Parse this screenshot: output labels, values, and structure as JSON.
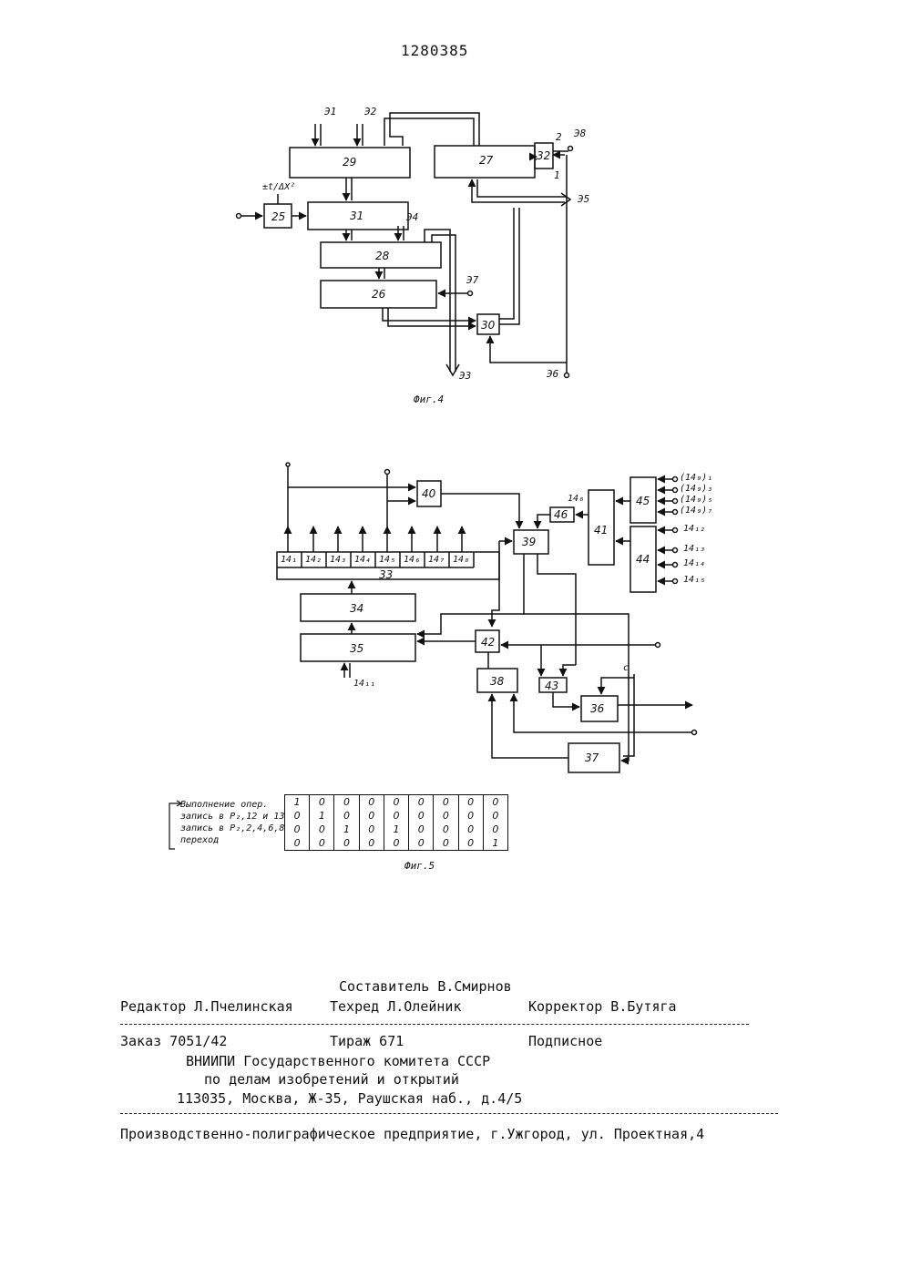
{
  "patent_number": "1280385",
  "fig4": {
    "caption": "Фиг.4",
    "blocks": [
      "29",
      "27",
      "32",
      "25",
      "31",
      "28",
      "26",
      "30"
    ],
    "signals": {
      "i1": "Э1",
      "i2": "Э2",
      "i3": "Э3",
      "i4": "Э4",
      "i5": "Э5",
      "i6": "Э6",
      "i7": "Э7",
      "i8": "Э8",
      "dt": "±t/ΔX²",
      "p2": "2",
      "p1": "1"
    }
  },
  "fig5": {
    "caption": "Фиг.5",
    "register_cells": [
      "14₁",
      "14₂",
      "14₃",
      "14₄",
      "14₅",
      "14₆",
      "14₇",
      "14₈"
    ],
    "blocks": [
      "33",
      "34",
      "35",
      "36",
      "37",
      "38",
      "39",
      "40",
      "41",
      "42",
      "43",
      "44",
      "45",
      "46"
    ],
    "labels": {
      "in14_11": "14₁₁",
      "in14_8": "14₈",
      "in45": [
        "(14₉)₁",
        "(14₉)₃",
        "(14₉)₅",
        "(14₉)₇"
      ],
      "in44": [
        "14₁₂",
        "14₁₃",
        "14₁₄",
        "14₁₅"
      ],
      "c": "c"
    }
  },
  "table": {
    "row_labels": [
      "Выполнение опер.",
      "запись в Р₂,12 и 13",
      "запись в Р₂,2,4,6,8",
      "переход"
    ],
    "columns": [
      [
        "1",
        "0",
        "0",
        "0"
      ],
      [
        "0",
        "1",
        "0",
        "0"
      ],
      [
        "0",
        "0",
        "1",
        "0"
      ],
      [
        "0",
        "0",
        "0",
        "0"
      ],
      [
        "0",
        "0",
        "1",
        "0"
      ],
      [
        "0",
        "0",
        "0",
        "0"
      ],
      [
        "0",
        "0",
        "0",
        "0"
      ],
      [
        "0",
        "0",
        "0",
        "0"
      ],
      [
        "0",
        "0",
        "0",
        "1"
      ]
    ]
  },
  "imprint": {
    "compiler": "Составитель В.Смирнов",
    "editor": "Редактор Л.Пчелинская",
    "techred": "Техред Л.Олейник",
    "corrector": "Корректор В.Бутяга",
    "order": "Заказ 7051/42",
    "circulation": "Тираж 671",
    "subscription": "Подписное",
    "org1": "ВНИИПИ Государственного комитета СССР",
    "org2": "по делам изобретений и открытий",
    "address": "113035, Москва, Ж-35, Раушская наб., д.4/5",
    "printer": "Производственно-полиграфическое предприятие, г.Ужгород, ул. Проектная,4"
  }
}
